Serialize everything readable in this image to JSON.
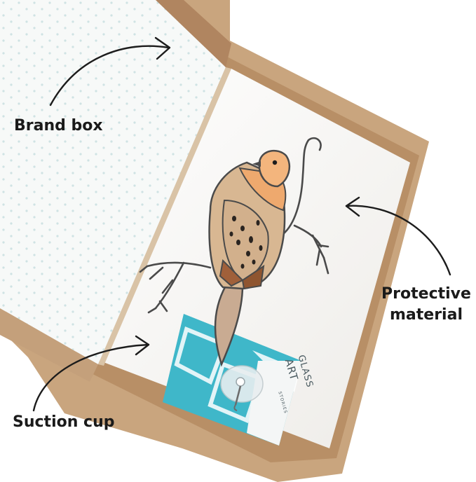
{
  "callouts": {
    "brand_box": "Brand box",
    "protective_line1": "Protective",
    "protective_line2": "material",
    "suction_cup": "Suction cup"
  },
  "card": {
    "brand_line1": "GLASS",
    "brand_line2": "ART",
    "brand_line3": "STORIES"
  },
  "colors": {
    "cardboard": "#c9a57e",
    "foam": "#f6f5f2",
    "card_teal": "#3fb7c9",
    "bird_head": "#f0b47c",
    "bird_body": "#d6b592",
    "bird_tail": "#a0603a",
    "metal": "#4a4a4a"
  }
}
